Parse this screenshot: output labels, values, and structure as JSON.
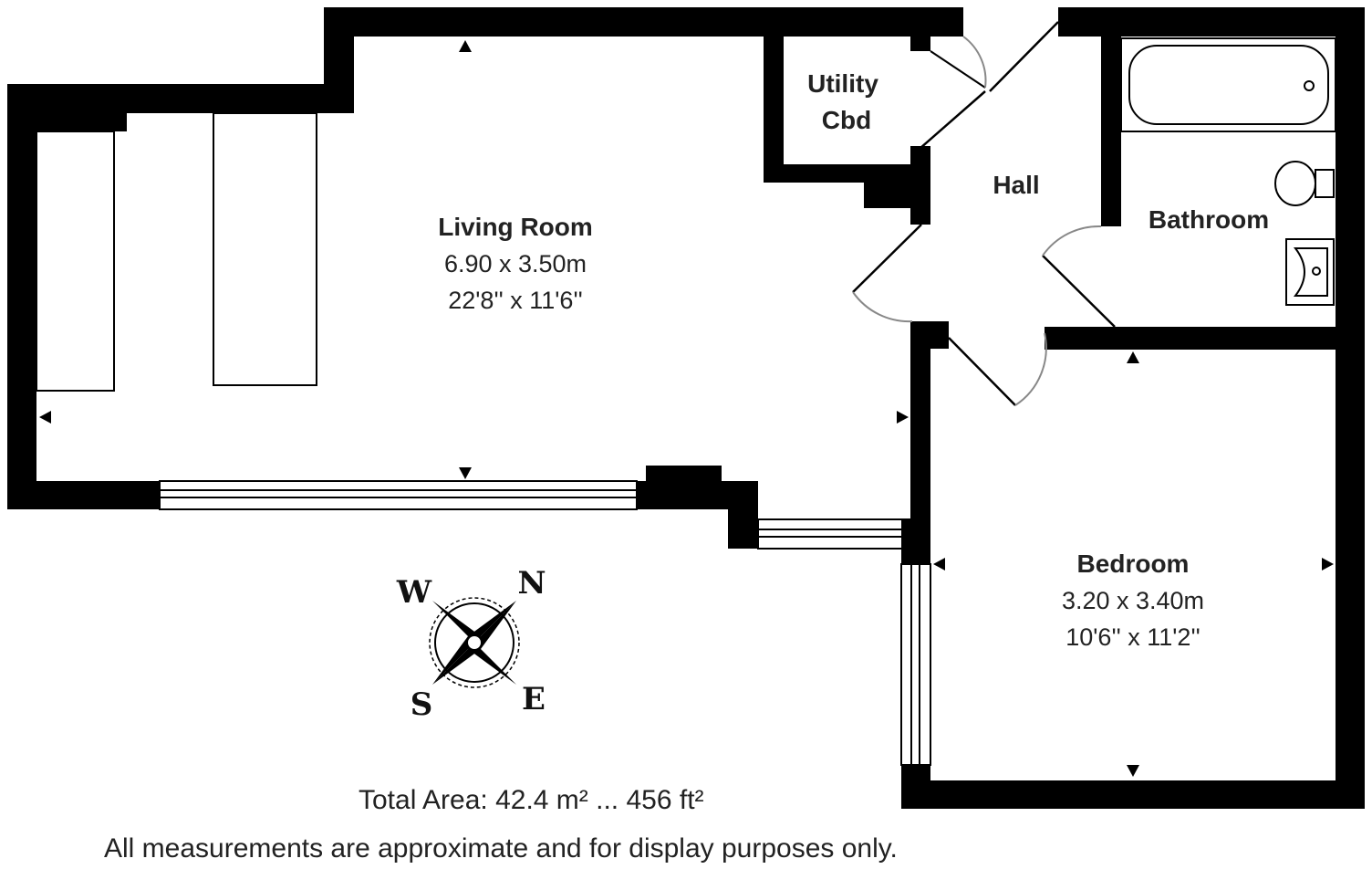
{
  "rooms": {
    "living": {
      "name": "Living Room",
      "metric": "6.90 x 3.50m",
      "imperial": "22'8'' x 11'6''"
    },
    "utility": {
      "name_line1": "Utility",
      "name_line2": "Cbd"
    },
    "hall": {
      "name": "Hall"
    },
    "bathroom": {
      "name": "Bathroom"
    },
    "bedroom": {
      "name": "Bedroom",
      "metric": "3.20 x 3.40m",
      "imperial": "10'6'' x 11'2''"
    }
  },
  "compass": {
    "n": "N",
    "e": "E",
    "s": "S",
    "w": "W"
  },
  "footer": {
    "total_area": "Total Area: 42.4 m² ... 456 ft²",
    "disclaimer": "All measurements are approximate and for display purposes only."
  },
  "colors": {
    "wall": "#000000",
    "text": "#222222",
    "background": "#ffffff"
  }
}
